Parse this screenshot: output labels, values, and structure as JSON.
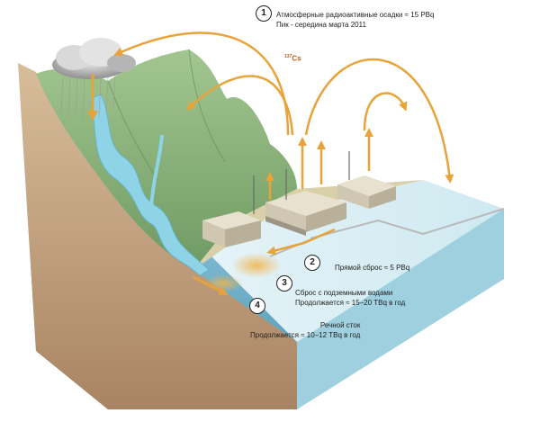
{
  "annotations": [
    {
      "number": "1",
      "line1": "Атмосферные радиоактивные осадки ≈ 15 PBq",
      "line2": "Пик - середина марта 2011"
    },
    {
      "number": "2",
      "line1": "Прямой сброс ≈ 5 PBq",
      "line2": ""
    },
    {
      "number": "3",
      "line1": "Сброс с подземными водами",
      "line2": "Продолжается ≈ 15–20 TBq в год"
    },
    {
      "number": "4",
      "line1": "Речной сток",
      "line2": "Продолжается ≈ 10–12 TBq в год"
    }
  ],
  "isotope": {
    "mass": "137",
    "symbol": "Cs"
  },
  "colors": {
    "arrow": "#e8a33a",
    "sea": "#4fa6c0",
    "hill": "#8fb87e",
    "soil": "#c9a882",
    "river": "#8ed3e6"
  }
}
